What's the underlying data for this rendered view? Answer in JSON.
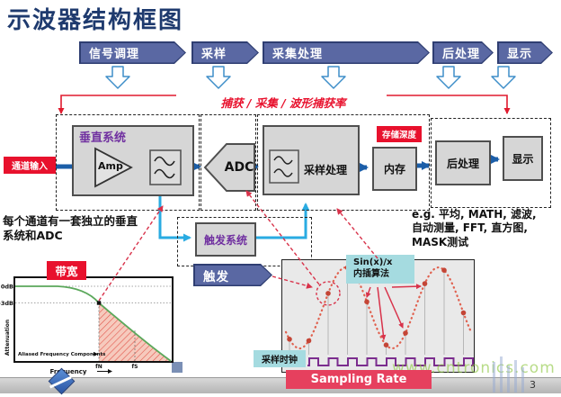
{
  "slide": {
    "title": "示波器结构框图",
    "page_number": "3",
    "watermark": "www.cntronics.com"
  },
  "flow": {
    "steps": [
      "信号调理",
      "采样",
      "采集处理",
      "后处理",
      "显示"
    ]
  },
  "capture_banner": "捕获 / 采集 / 波形捕获率",
  "blocks": {
    "channel_input": "通道输入",
    "vertical_system": "垂直系统",
    "amp": "Amp",
    "adc": "ADC",
    "sample_processing": "采样处理",
    "storage_depth": "存储深度",
    "memory": "内存",
    "post_processing": "后处理",
    "display": "显示",
    "trigger_system": "触发系统",
    "trigger": "触发"
  },
  "notes": {
    "left": "每个通道有一套独立的垂直\n系统和ADC",
    "right": "e.g. 平均, MATH, 滤波,\n自动测量, FFT, 直方图,\nMASK测试"
  },
  "bandwidth_chart": {
    "label": "带宽",
    "y_ticks": [
      "0dB",
      "-3dB"
    ],
    "ylabel": "Attenuation",
    "xlabel": "Frequency",
    "annotation": "Aliased Frequency Components",
    "x_ticks": [
      "fN",
      "fS"
    ]
  },
  "sampling_chart": {
    "interp_label": "Sin(x)/x\n内插算法",
    "clock_label": "采样时钟",
    "rate_label": "Sampling Rate"
  },
  "colors": {
    "accent_red": "#E8112D",
    "flow_arrow": "#5A68A3",
    "signal_blue": "#1B5EA8",
    "trigger_cyan": "#29ABE2",
    "purple_label": "#7030A0",
    "curve_green": "#5BA85B",
    "wave_red": "#E0614F",
    "clock_purple": "#7B2D8E"
  },
  "chart_data": [
    {
      "id": "bandwidth_response",
      "type": "line",
      "title": "带宽",
      "xlabel": "Frequency",
      "ylabel": "Attenuation",
      "y_ticks": [
        "0dB",
        "-3dB"
      ],
      "x_ticks": [
        "fN",
        "fS"
      ],
      "annotation": "Aliased Frequency Components",
      "series": [
        {
          "name": "frequency response",
          "x_rel": [
            0.0,
            0.25,
            0.4,
            0.52,
            0.65,
            0.8,
            1.0
          ],
          "attenuation_dB": [
            0,
            0,
            -1,
            -3,
            -8,
            -15,
            -24
          ]
        }
      ],
      "shaded_region": "area under curve beyond fN (aliased frequency components), hatched"
    },
    {
      "id": "sin_x_interpolation",
      "type": "line",
      "title": "Sin(x)/x 内插算法",
      "clock_label": "采样时钟",
      "xlabel": "Sampling Rate",
      "cycles": 2.2,
      "samples": 10,
      "description": "dotted sine wave reconstructed from discrete sample points; one sample circled; sample clock square wave below"
    }
  ]
}
